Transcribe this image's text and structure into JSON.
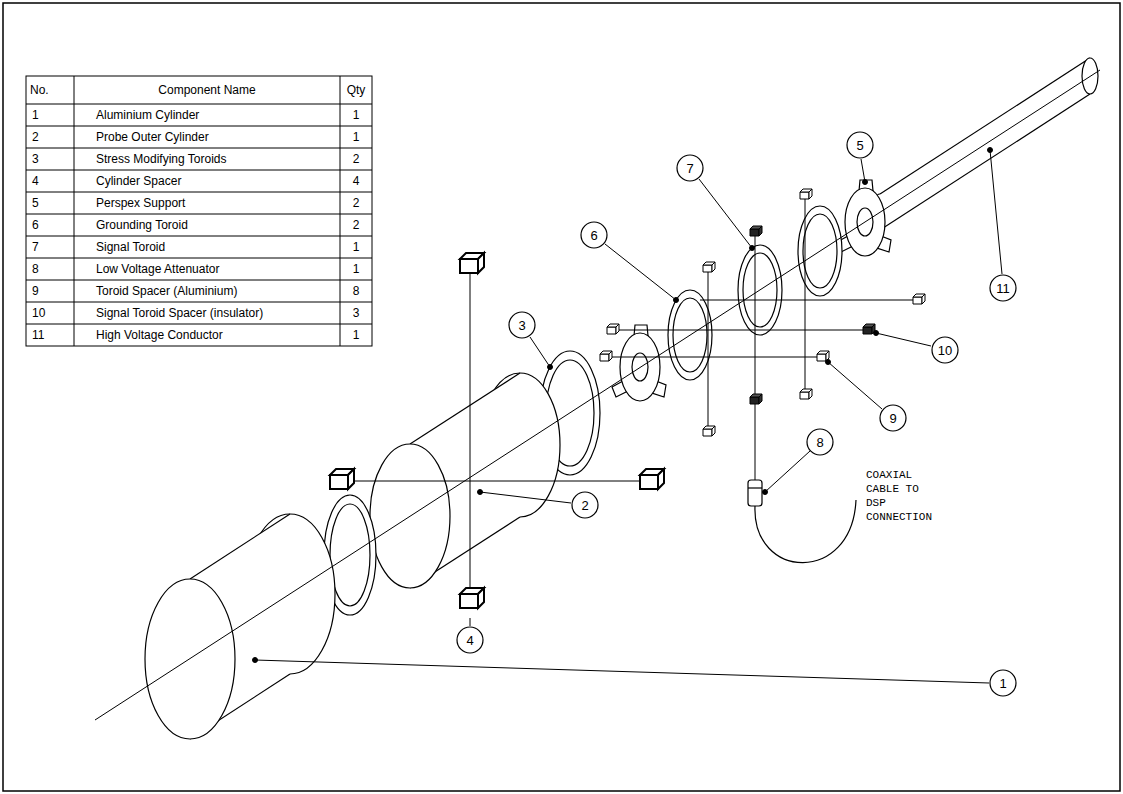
{
  "diagram": {
    "nodes": [
      {
        "text": [
          "1"
        ]
      },
      {
        "text": [
          "2"
        ]
      },
      {
        "text": [
          "3"
        ]
      },
      {
        "text": [
          "4"
        ]
      },
      {
        "text": [
          "5"
        ]
      },
      {
        "text": [
          "6"
        ]
      },
      {
        "text": [
          "7"
        ]
      },
      {
        "text": [
          "8"
        ]
      },
      {
        "text": [
          "9"
        ]
      },
      {
        "text": [
          "10"
        ]
      },
      {
        "text": [
          "11"
        ]
      }
    ],
    "labels": [
      "No.",
      "Component Name",
      "Qty",
      "1",
      "Aluminium Cylinder",
      "1",
      "2",
      "Probe Outer Cylinder",
      "1",
      "3",
      "Stress Modifying Toroids",
      "2",
      "4",
      "Cylinder Spacer",
      "4",
      "5",
      "Perspex Support",
      "2",
      "6",
      "Grounding Toroid",
      "2",
      "7",
      "Signal Toroid",
      "1",
      "8",
      "Low Voltage Attenuator",
      "1",
      "9",
      "Toroid Spacer (Aluminium)",
      "8",
      "10",
      "Signal Toroid Spacer (insulator)",
      "3",
      "11",
      "High Voltage Conductor",
      "1",
      "COAXIAL CABLE TO DSP CONNECTION"
    ]
  }
}
